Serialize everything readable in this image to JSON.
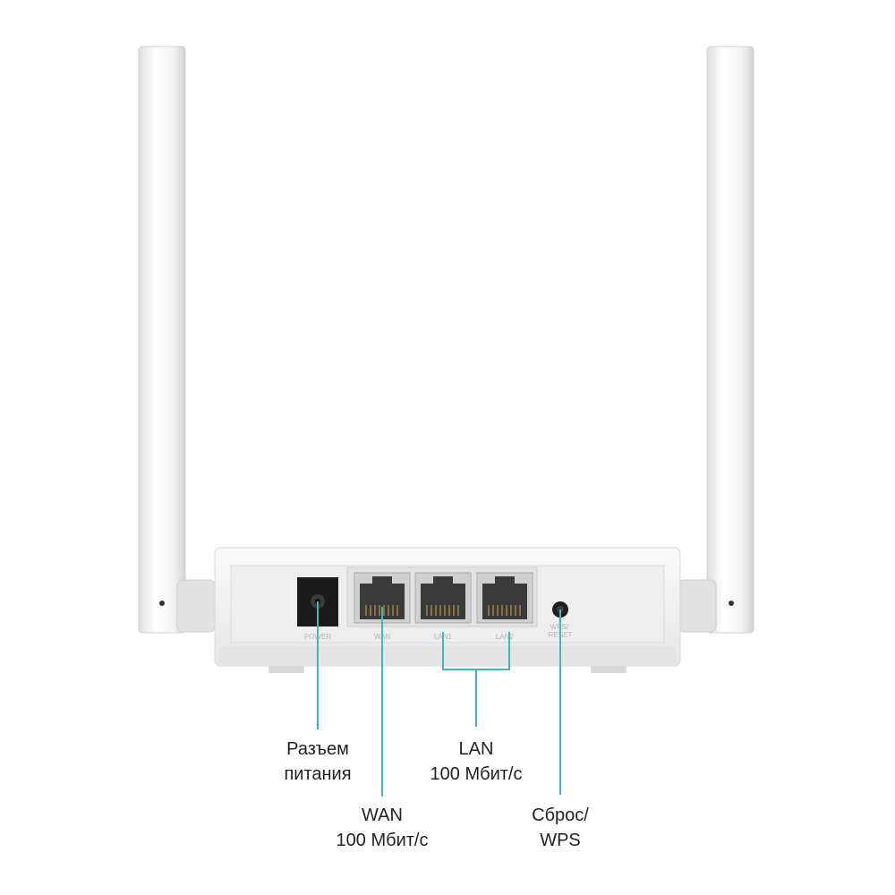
{
  "colors": {
    "callout_line": "#3fb8bd",
    "device_body": "#f4f4f4",
    "port_panel": "#ececec",
    "text": "#222222"
  },
  "ports": {
    "power": "POWER",
    "wan": "WAN",
    "lan1": "LAN1",
    "lan2": "LAN2",
    "wps_reset": "WPS/\nRESET"
  },
  "callouts": {
    "power": "Разъем\nпитания",
    "wan": "WAN\n100 Мбит/с",
    "lan": "LAN\n100 Мбит/с",
    "reset": "Сброс/\nWPS"
  }
}
